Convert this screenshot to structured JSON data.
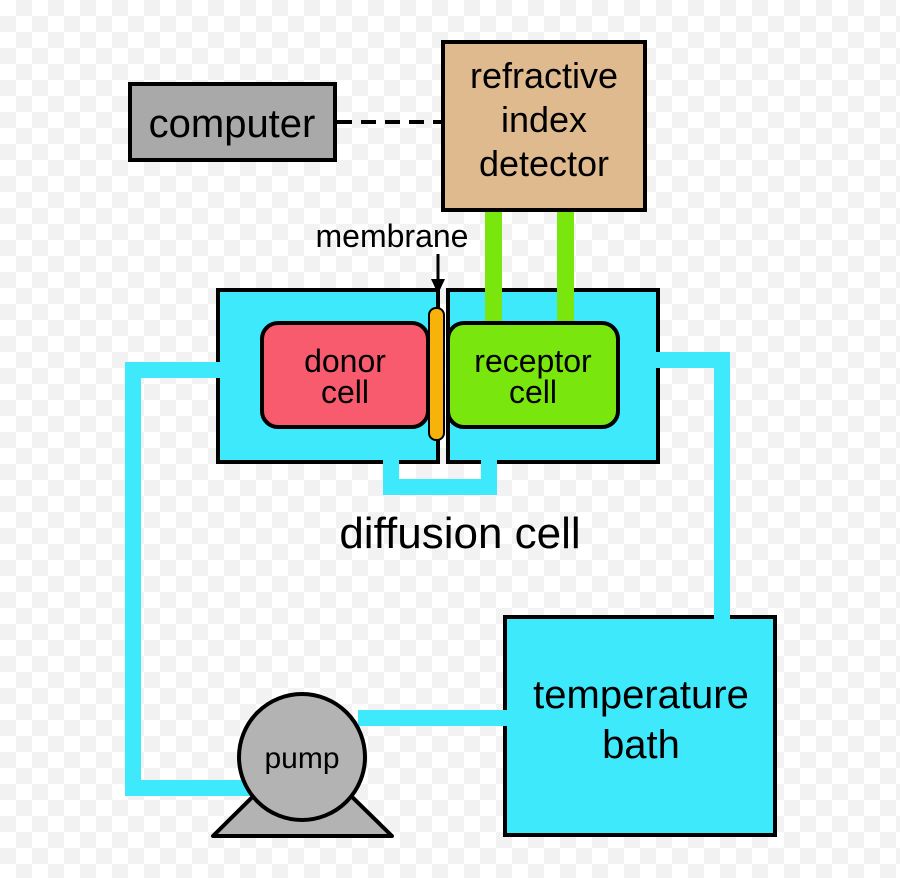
{
  "diagram": {
    "type": "apparatus-schematic",
    "caption": "diffusion cell"
  },
  "labels": {
    "computer": "computer",
    "detector_lines": [
      "refractive",
      "index",
      "detector"
    ],
    "membrane": "membrane",
    "donor_cell_lines": [
      "donor",
      "cell"
    ],
    "receptor_cell_lines": [
      "receptor",
      "cell"
    ],
    "diffusion_cell": "diffusion cell",
    "temperature_bath_lines": [
      "temperature",
      "bath"
    ],
    "pump": "pump"
  },
  "colors": {
    "tube_cyan": "#3de9fb",
    "chamber_cyan": "#3de9fb",
    "receptor_green": "#79e70d",
    "tube_green": "#79e70d",
    "donor_red": "#f85a6e",
    "membrane_orange": "#f7b30a",
    "detector_tan": "#dfba8e",
    "computer_gray": "#a9a9a9",
    "pump_gray": "#b3b3b3",
    "outline_black": "#000000"
  }
}
